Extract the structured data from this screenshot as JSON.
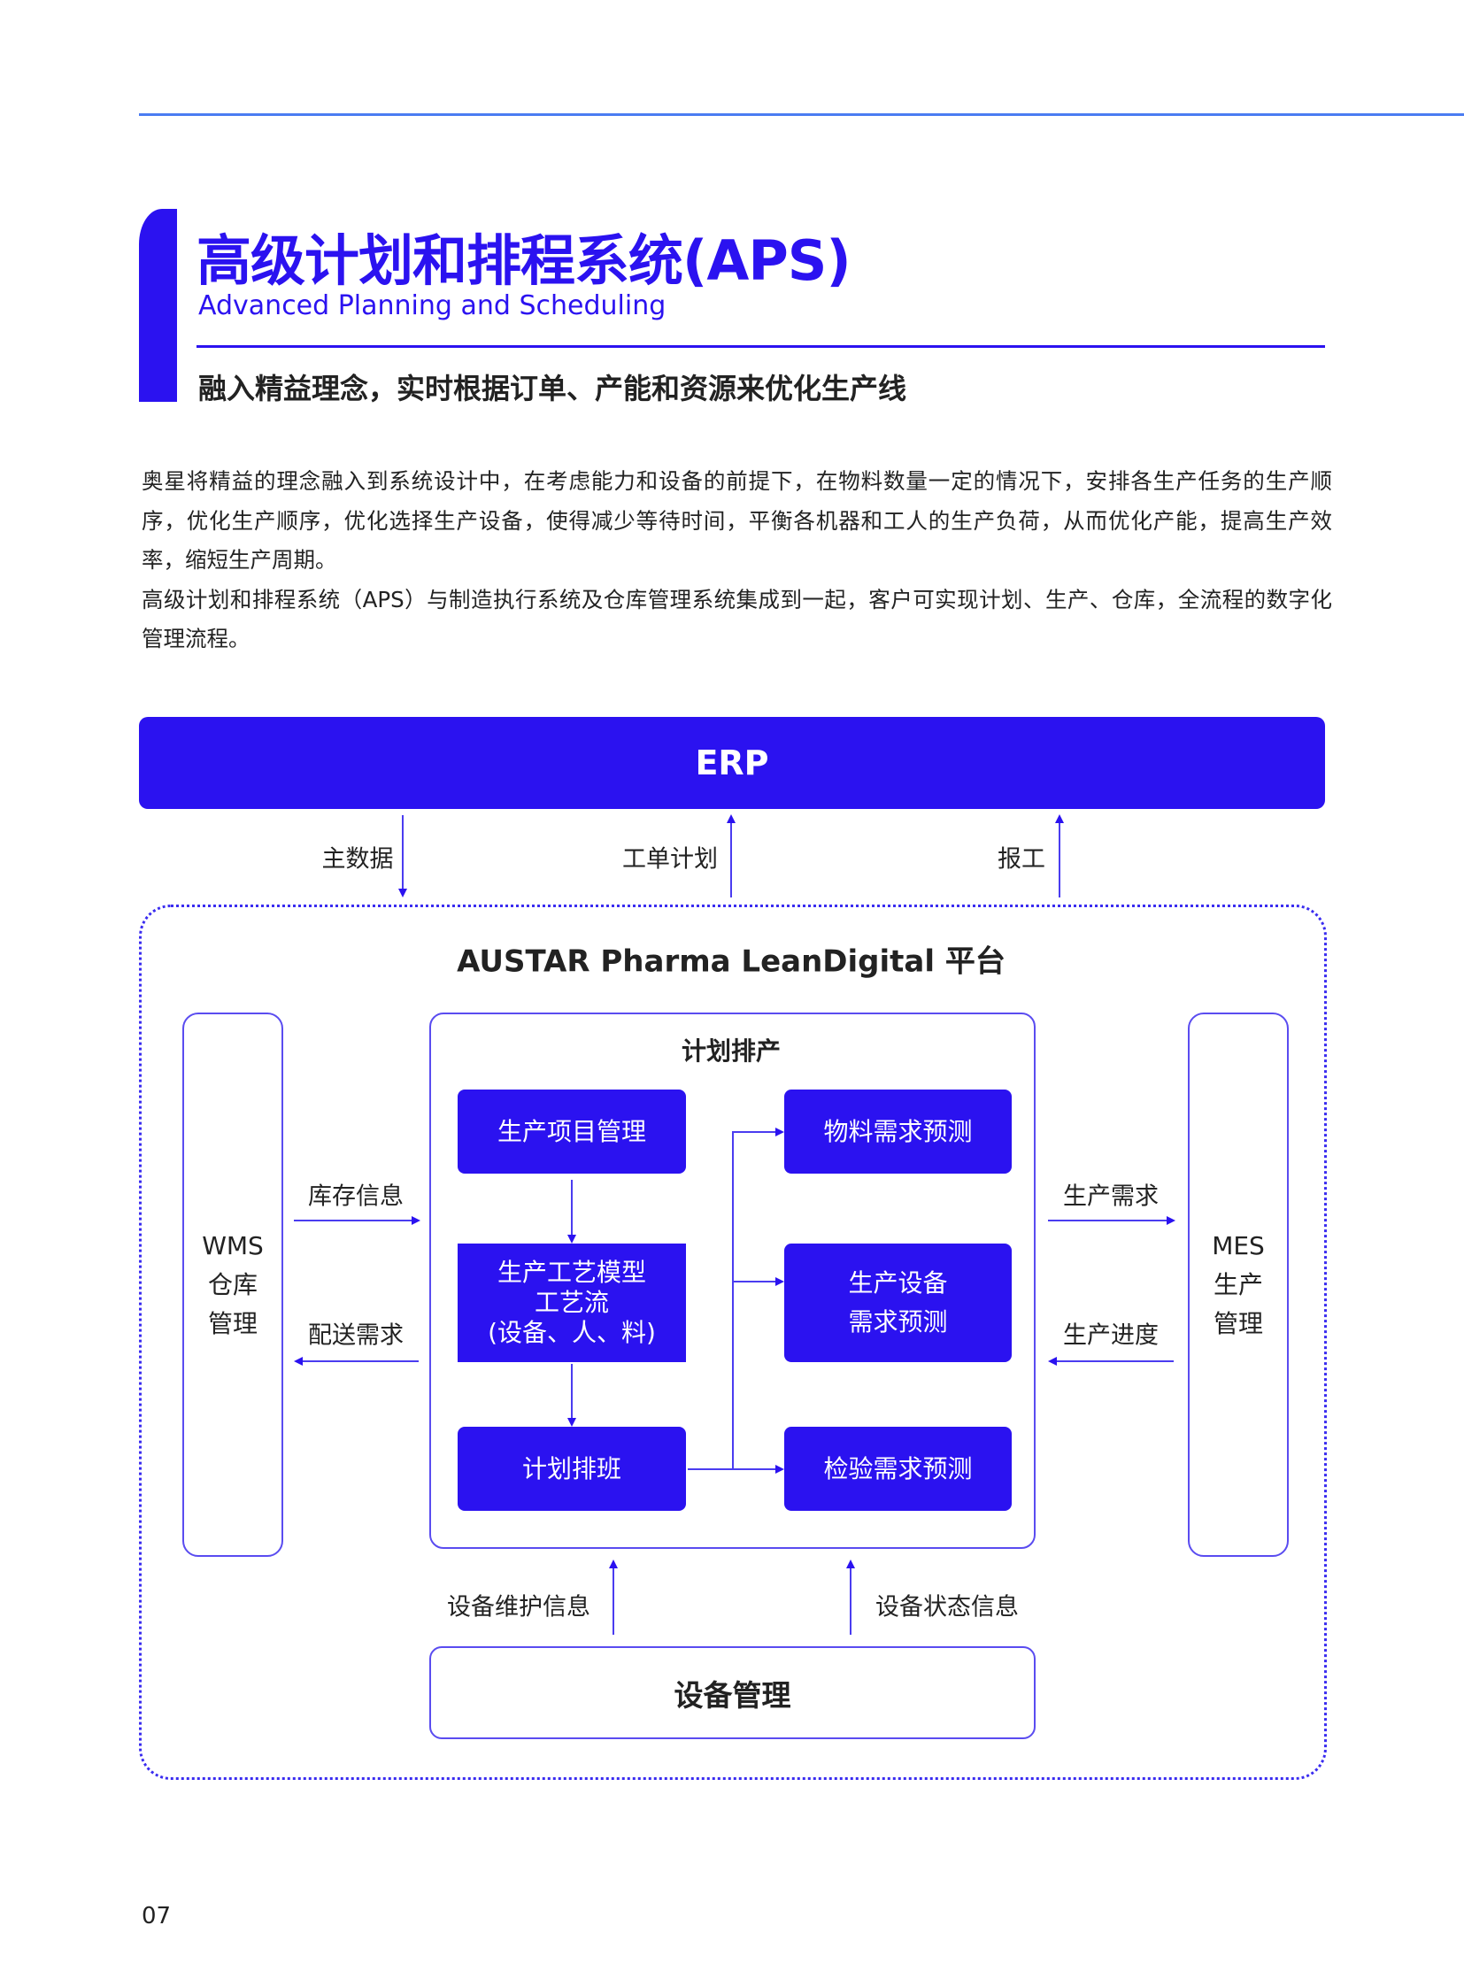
{
  "header": {
    "title": "高级计划和排程系统(APS)",
    "subtitle": "Advanced Planning and Scheduling",
    "tagline": "融入精益理念，实时根据订单、产能和资源来优化生产线"
  },
  "body": {
    "paragraphs": [
      "奥星将精益的理念融入到系统设计中，在考虑能力和设备的前提下，在物料数量一定的情况下，安排各生产任务的生产顺序，优化生产顺序，优化选择生产设备，使得减少等待时间，平衡各机器和工人的生产负荷，从而优化产能，提高生产效率，缩短生产周期。",
      "高级计划和排程系统（APS）与制造执行系统及仓库管理系统集成到一起，客户可实现计划、生产、仓库，全流程的数字化管理流程。"
    ]
  },
  "diagram": {
    "erp": "ERP",
    "erp_links": [
      "主数据",
      "工单计划",
      "报工"
    ],
    "platform_title": "AUSTAR  Pharma LeanDigital 平台",
    "wms": [
      "WMS",
      "仓库",
      "管理"
    ],
    "mes": [
      "MES",
      "生产",
      "管理"
    ],
    "wms_links": [
      "库存信息",
      "配送需求"
    ],
    "mes_links": [
      "生产需求",
      "生产进度"
    ],
    "planning": {
      "title": "计划排产",
      "left": [
        "生产项目管理",
        [
          "生产工艺模型",
          "工艺流",
          "(设备、人、料)"
        ],
        "计划排班"
      ],
      "right": [
        "物料需求预测",
        [
          "生产设备",
          "需求预测"
        ],
        "检验需求预测"
      ]
    },
    "equipment_links": [
      "设备维护信息",
      "设备状态信息"
    ],
    "equipment": "设备管理"
  },
  "footer": {
    "page_number": "07"
  },
  "colors": {
    "brand": "#2b12f0",
    "top_rule": "#4a7cf2"
  }
}
